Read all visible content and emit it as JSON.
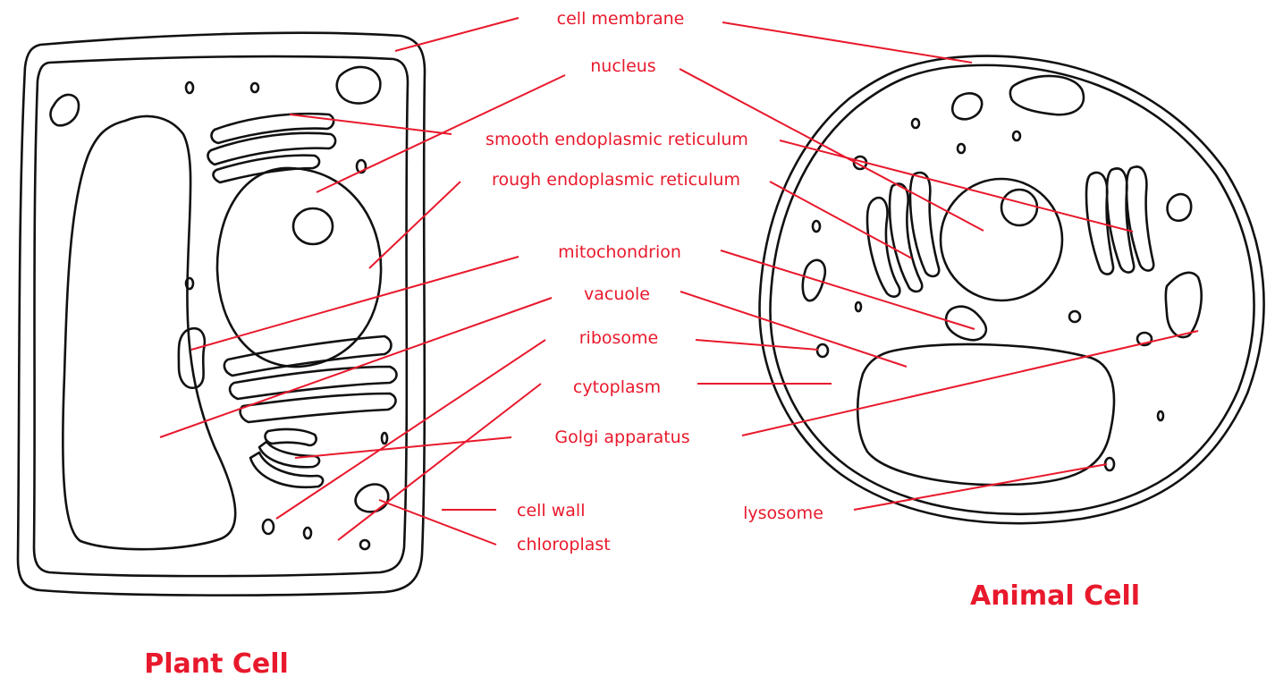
{
  "colors": {
    "label": "#e8192c",
    "outline": "#111111",
    "background": "#ffffff"
  },
  "labels": {
    "cell_membrane": "cell membrane",
    "nucleus": "nucleus",
    "smooth_er": "smooth endoplasmic reticulum",
    "rough_er": "rough endoplasmic reticulum",
    "mitochondrion": "mitochondrion",
    "vacuole": "vacuole",
    "ribosome": "ribosome",
    "cytoplasm": "cytoplasm",
    "golgi": "Golgi apparatus",
    "cell_wall": "cell wall",
    "chloroplast": "chloroplast",
    "lysosome": "lysosome"
  },
  "titles": {
    "plant": "Plant Cell",
    "animal": "Animal Cell"
  }
}
